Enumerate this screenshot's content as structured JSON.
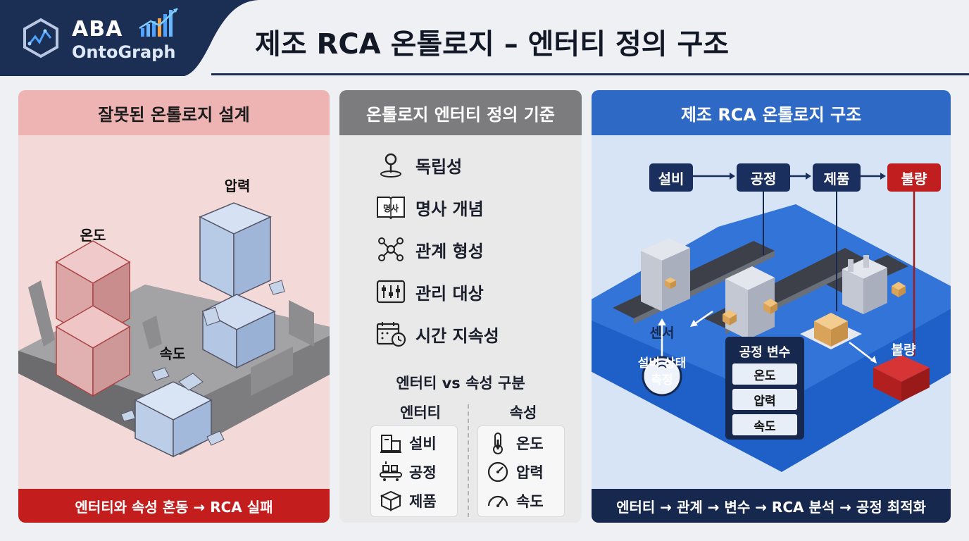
{
  "brand": {
    "line1": "ABA",
    "line2": "OntoGraph"
  },
  "title": "제조 RCA 온톨로지 – 엔터티 정의 구조",
  "left_panel": {
    "heading": "잘못된 온톨로지 설계",
    "blocks": {
      "temp": "온도",
      "pressure": "압력",
      "speed": "속도"
    },
    "footer": "엔터티와 속성 혼동 → RCA 실패"
  },
  "middle_panel": {
    "heading": "온톨로지 엔터티 정의 기준",
    "criteria": [
      {
        "label": "독립성",
        "icon": "location-pin-icon"
      },
      {
        "label": "명사 개념",
        "icon": "book-icon",
        "icon_text": "명사"
      },
      {
        "label": "관계 형성",
        "icon": "network-icon"
      },
      {
        "label": "관리 대상",
        "icon": "control-panel-icon"
      },
      {
        "label": "시간 지속성",
        "icon": "calendar-clock-icon"
      }
    ],
    "compare_title": "엔터티 vs 속성 구분",
    "entity_header": "엔터티",
    "attribute_header": "속성",
    "entities": [
      {
        "label": "설비",
        "icon": "machine-icon"
      },
      {
        "label": "공정",
        "icon": "conveyor-icon"
      },
      {
        "label": "제품",
        "icon": "box-icon"
      }
    ],
    "attributes": [
      {
        "label": "온도",
        "icon": "thermometer-icon"
      },
      {
        "label": "압력",
        "icon": "gauge-icon"
      },
      {
        "label": "속도",
        "icon": "speedometer-icon"
      }
    ]
  },
  "right_panel": {
    "heading": "제조 RCA 온톨로지 구조",
    "flow": [
      "설비",
      "공정",
      "제품",
      "불량"
    ],
    "sensor": "센서",
    "sensor_caption": "설비 상태\n측정",
    "defect_label": "불량",
    "process_vars_title": "공정 변수",
    "process_vars": [
      "온도",
      "압력",
      "속도"
    ],
    "footer": "엔터티 → 관계 → 변수 → RCA 분석 → 공정 최적화"
  },
  "colors": {
    "navy": "#1b2f5e",
    "red": "#c41d1d",
    "blue": "#2f69c6",
    "pink_bg": "#f4d9d9",
    "gray_head": "#7c7c7e"
  }
}
